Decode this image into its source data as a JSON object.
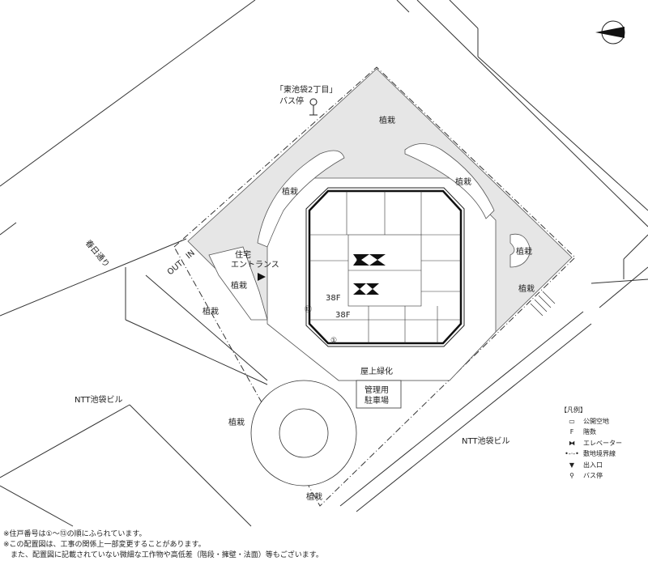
{
  "bus_stop": {
    "name": "「東池袋2丁目」",
    "label": "バス停"
  },
  "road": "春日通り",
  "out_in": {
    "out": "OUT",
    "in": "IN"
  },
  "entrance": {
    "line1": "住宅",
    "line2": "エントランス"
  },
  "planting": "植栽",
  "floors": [
    "38F",
    "38F"
  ],
  "unit_numbers": [
    "⑬",
    "①"
  ],
  "roof_greening": "屋上緑化",
  "parking": {
    "line1": "管理用",
    "line2": "駐車場"
  },
  "neighbors": [
    "NTT池袋ビル",
    "NTT池袋ビル"
  ],
  "legend": {
    "title": "【凡例】",
    "items": [
      {
        "symbol": "▭",
        "label": "公開空地"
      },
      {
        "symbol": "F",
        "label": "階数"
      },
      {
        "symbol": "⧓",
        "label": "エレベーター"
      },
      {
        "symbol": "•-·-•",
        "label": "敷地境界線"
      },
      {
        "symbol": "▼",
        "label": "出入口"
      },
      {
        "symbol": "⚲",
        "label": "バス停"
      }
    ]
  },
  "notes": [
    "※住戸番号は①〜⑬の順にふられています。",
    "※この配置図は、工事の関係上一部変更することがあります。",
    "　また、配置図に記載されていない微細な工作物や高低差（階段・擁壁・法面）等もございます。"
  ]
}
